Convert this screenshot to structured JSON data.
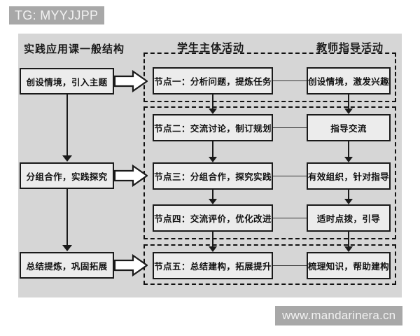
{
  "watermarks": {
    "top": "TG: MYYJJPP",
    "bottom": "www.mandarinera.cn"
  },
  "columns": {
    "left_title": "实践应用课一般结构",
    "middle_title": "学生主体活动",
    "right_title": "教师指导活动"
  },
  "left_stages": [
    {
      "label": "创设情境，引入主题"
    },
    {
      "label": "分组合作，实践探究"
    },
    {
      "label": "总结提炼，巩固拓展"
    }
  ],
  "student_nodes": [
    {
      "label": "节点一：分析问题，提炼任务"
    },
    {
      "label": "节点二：交流讨论，制订规划"
    },
    {
      "label": "节点三：分组合作，探究实践"
    },
    {
      "label": "节点四：交流评价，优化改进"
    },
    {
      "label": "节点五：总结建构，拓展提升"
    }
  ],
  "teacher_nodes": [
    {
      "label": "创设情境，激发兴趣"
    },
    {
      "label": "指导交流"
    },
    {
      "label": "有效组织，针对指导"
    },
    {
      "label": "适时点拨，引导"
    },
    {
      "label": "梳理知识，帮助建构"
    }
  ],
  "colors": {
    "panel_bg": "#d6d6d6",
    "box_bg": "#ececec",
    "box_border": "#1a1a1a",
    "watermark_bg": "#a8a8a8",
    "watermark_text": "#f2f2f2"
  }
}
